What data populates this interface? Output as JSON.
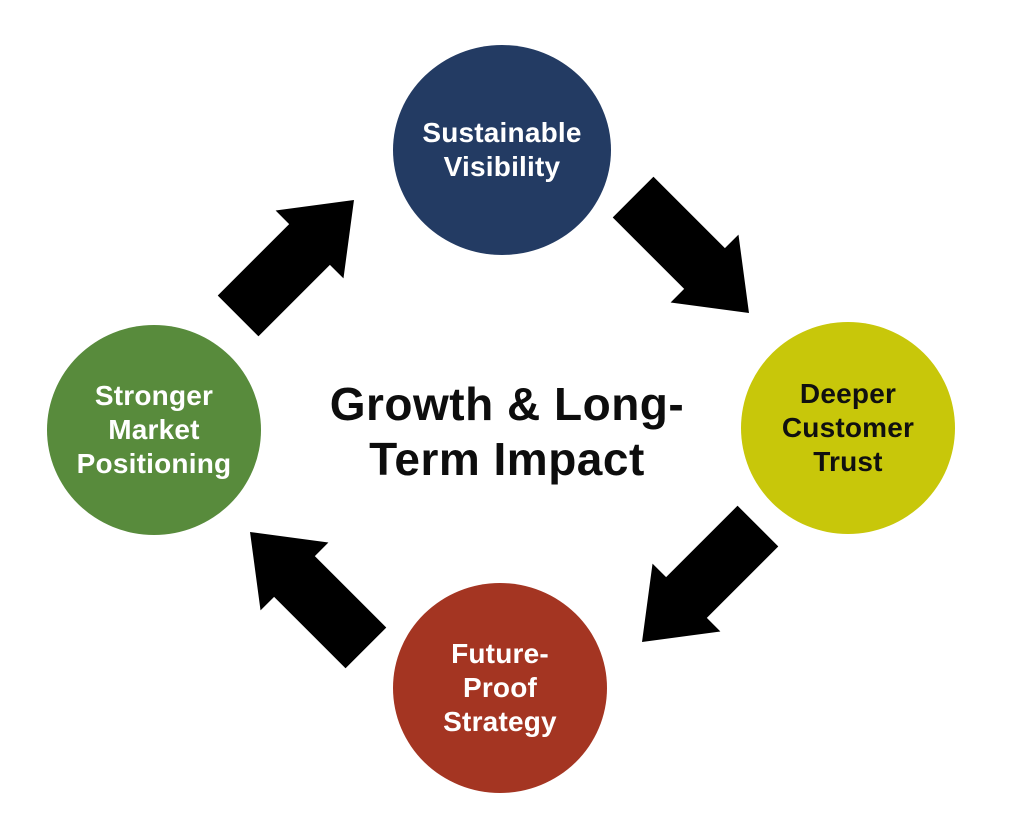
{
  "diagram": {
    "type": "cycle",
    "title": "Growth & Long-\nTerm Impact",
    "title_color": "#0d0d0d",
    "arrow_color": "#000000",
    "background_color": "#ffffff",
    "nodes": {
      "top": {
        "label": "Sustainable\nVisibility",
        "fill": "#233b63",
        "text_color": "#ffffff",
        "position": "top"
      },
      "right": {
        "label": "Deeper\nCustomer\nTrust",
        "fill": "#c8c70a",
        "text_color": "#101010",
        "position": "right"
      },
      "bottom": {
        "label": "Future-\nProof\nStrategy",
        "fill": "#a43522",
        "text_color": "#ffffff",
        "position": "bottom"
      },
      "left": {
        "label": "Stronger\nMarket\nPositioning",
        "fill": "#588b3c",
        "text_color": "#ffffff",
        "position": "left"
      }
    },
    "flow": [
      {
        "from": "left",
        "to": "top"
      },
      {
        "from": "top",
        "to": "right"
      },
      {
        "from": "right",
        "to": "bottom"
      },
      {
        "from": "bottom",
        "to": "left"
      }
    ]
  }
}
